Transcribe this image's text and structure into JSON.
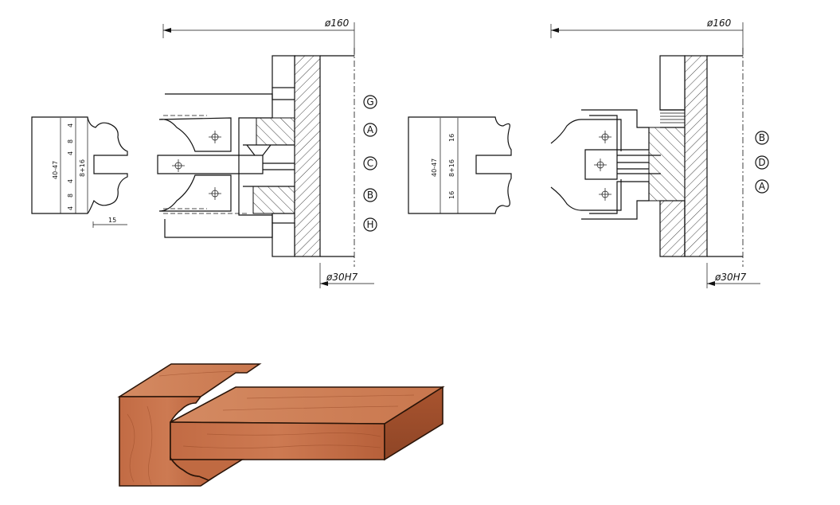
{
  "left_drawing": {
    "diameter_top": "ø160",
    "bore": "ø30H7",
    "profile_dims": [
      "40-47",
      "4",
      "8",
      "4",
      "8+16",
      "4",
      "8",
      "4"
    ],
    "width_dim": "15",
    "labels": [
      "G",
      "A",
      "C",
      "B",
      "H"
    ]
  },
  "right_drawing": {
    "diameter_top": "ø160",
    "bore": "ø30H7",
    "profile_dims": [
      "40-47",
      "8+16",
      "16",
      "16"
    ],
    "labels": [
      "B",
      "D",
      "A"
    ]
  },
  "colors": {
    "wood_light": "#c8734a",
    "wood_mid": "#b5613a",
    "wood_dark": "#8e4526",
    "line": "#111111"
  }
}
